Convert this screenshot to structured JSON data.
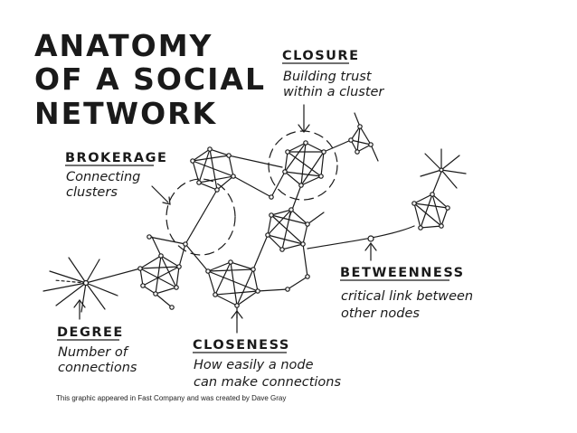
{
  "title": {
    "line1": "ANATOMY",
    "line2": "OF A SOCIAL",
    "line3": "NETWORK"
  },
  "labels": {
    "closure": {
      "heading": "CLOSURE",
      "line1": "Building trust",
      "line2": "within a cluster"
    },
    "brokerage": {
      "heading": "BROKERAGE",
      "line1": "Connecting",
      "line2": "clusters"
    },
    "betweenness": {
      "heading": "BETWEENNESS",
      "line1": "critical link between",
      "line2": "other nodes"
    },
    "degree": {
      "heading": "DEGREE",
      "line1": "Number of",
      "line2": "connections"
    },
    "closeness": {
      "heading": "CLOSENESS",
      "line1": "How easily a node",
      "line2": "can make connections"
    }
  },
  "caption": "This graphic appeared in Fast Company and was created by Dave Gray",
  "colors": {
    "ink": "#1a1a1a",
    "background": "#ffffff"
  }
}
